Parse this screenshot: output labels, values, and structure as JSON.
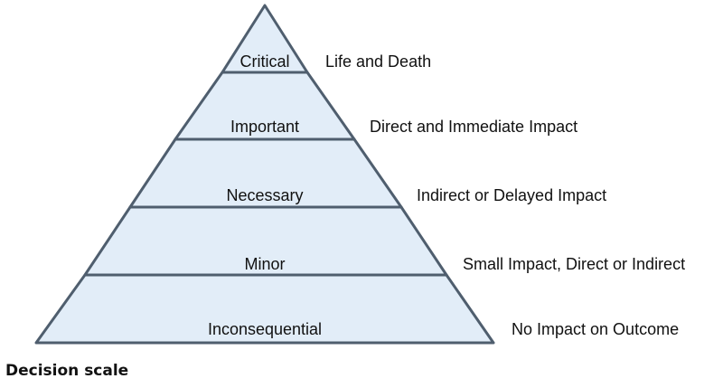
{
  "pyramid": {
    "tiers": [
      {
        "label": "Critical",
        "description": "Life and Death"
      },
      {
        "label": "Important",
        "description": "Direct and Immediate Impact"
      },
      {
        "label": "Necessary",
        "description": "Indirect or Delayed Impact"
      },
      {
        "label": "Minor",
        "description": "Small Impact, Direct or Indirect"
      },
      {
        "label": "Inconsequential",
        "description": "No Impact on Outcome"
      }
    ],
    "colors": {
      "fill": "#e2edf8",
      "stroke": "#4f5e6e",
      "text": "#111111"
    }
  },
  "caption": "Decision scale"
}
